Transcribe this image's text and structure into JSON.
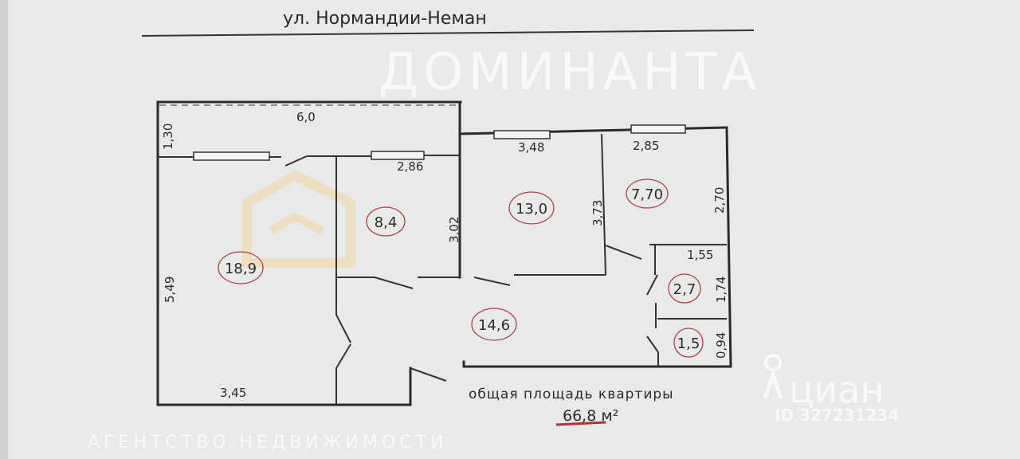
{
  "street": "ул. Нормандии-Неман",
  "dimensions": {
    "balcony_length": "6,0",
    "balcony_depth": "1,30",
    "room1_height": "5,49",
    "room1_width": "3,45",
    "room2_width": "2,86",
    "room2_height": "3,02",
    "room3_width": "3,48",
    "room3_height": "3,73",
    "kitchen_width": "2,85",
    "kitchen_height": "2,70",
    "bath_width": "1,55",
    "bath_height": "1,74",
    "wc_height": "0,94"
  },
  "areas": {
    "room1": "18,9",
    "room2": "8,4",
    "room3": "13,0",
    "kitchen": "7,70",
    "hall": "14,6",
    "bath": "2,7",
    "wc": "1,5"
  },
  "total_label": "общая площадь квартиры",
  "total_area": "66,8 м²",
  "watermark": {
    "brand": "ДОМИНАНТА",
    "tagline": "АГЕНТСТВО НЕДВИЖИМОСТИ",
    "cian": "циан",
    "listing_id": "ID 327231234"
  },
  "colors": {
    "annotation_red": "#b04040",
    "watermark_orange": "#f3d6a0"
  }
}
